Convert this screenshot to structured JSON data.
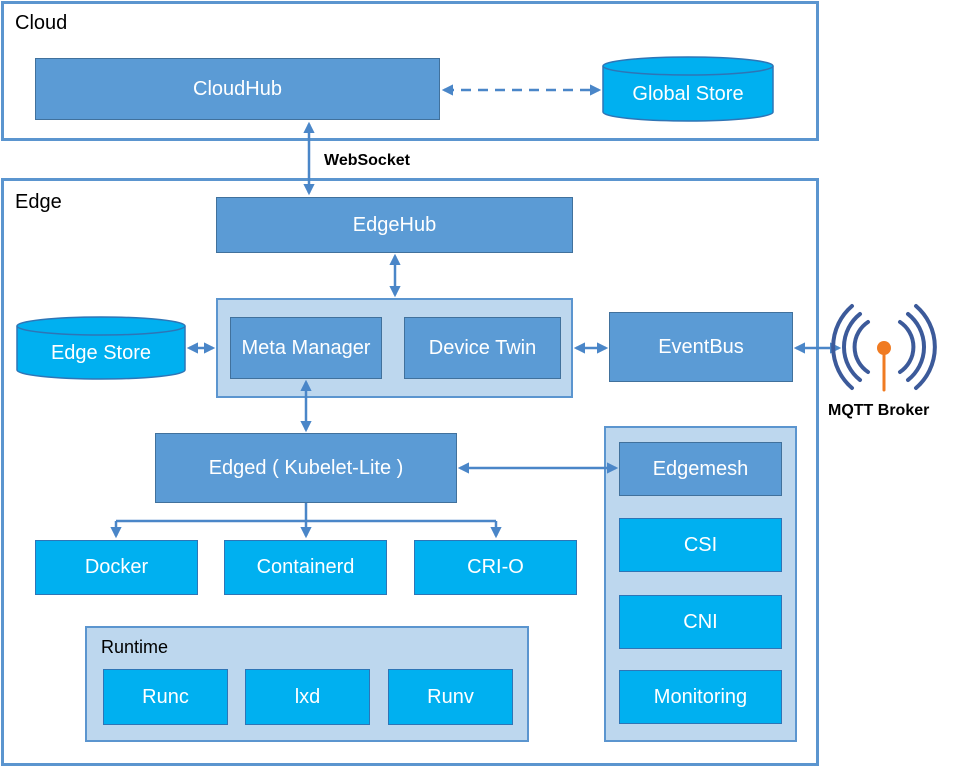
{
  "regions": {
    "cloud": "Cloud",
    "edge": "Edge"
  },
  "cloud": {
    "cloudhub": "CloudHub",
    "global_store": "Global Store"
  },
  "link_label": "WebSocket",
  "edge": {
    "edgehub": "EdgeHub",
    "meta_manager": "Meta Manager",
    "device_twin": "Device Twin",
    "edge_store": "Edge Store",
    "eventbus": "EventBus",
    "edged": "Edged ( Kubelet-Lite )",
    "runtimes": [
      "Docker",
      "Containerd",
      "CRI-O"
    ],
    "runtime_group": {
      "label": "Runtime",
      "items": [
        "Runc",
        "lxd",
        "Runv"
      ]
    },
    "services": [
      "Edgemesh",
      "CSI",
      "CNI",
      "Monitoring"
    ]
  },
  "mqtt": {
    "label": "MQTT Broker",
    "icon": "mqtt-broker-icon"
  },
  "colors": {
    "region_border": "#5b95cf",
    "box_dark": "#5b9bd5",
    "box_cyan": "#00b0f0",
    "panel": "#bdd7ee",
    "arrow": "#4a86c8",
    "mqtt_icon": "#3c5a9a",
    "mqtt_accent": "#f07b22"
  }
}
